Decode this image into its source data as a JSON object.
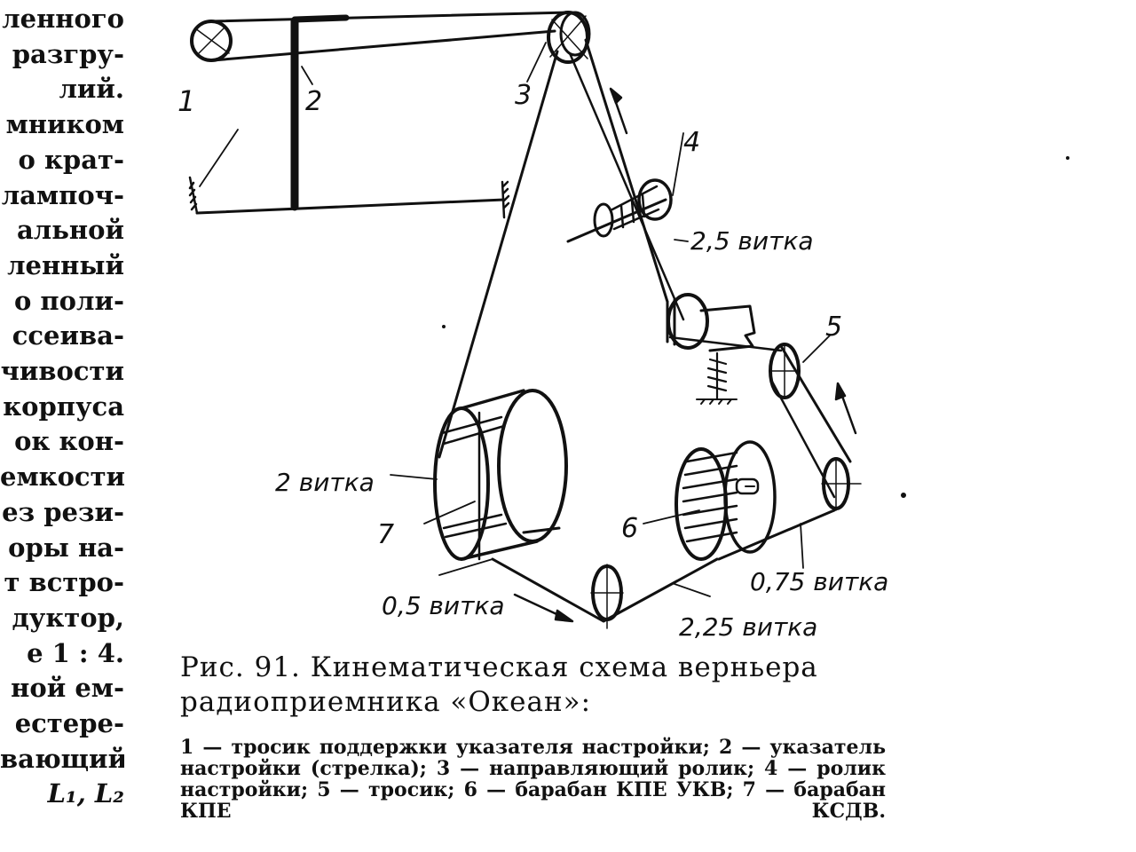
{
  "left_column": {
    "lines": [
      "ленного",
      "разгру-",
      "лий.",
      "мником",
      "о крат-",
      "лампоч-",
      "альной",
      "ленный",
      "о поли-",
      "ссеива-",
      "чивости",
      "корпуса",
      "ок кон-",
      "емкости",
      "ез рези-",
      "оры на-",
      "т встро-",
      "дуктор,",
      "е 1 : 4.",
      "ной ем-",
      "естере-",
      "вающий",
      "L₁, L₂"
    ]
  },
  "figure": {
    "labels": {
      "n1": "1",
      "n2": "2",
      "n3": "3",
      "n4": "4",
      "n5": "5",
      "n6": "6",
      "n7": "7",
      "turns_2_5": "2,5 витка",
      "turns_2": "2 витка",
      "turns_0_5": "0,5 витка",
      "turns_0_75": "0,75 витка",
      "turns_2_25": "2,25 витка"
    },
    "caption": {
      "title": "Рис. 91. Кинематическая схема верньера радиоприемника «Океан»:",
      "description": "1 — тросик поддержки указателя настройки; 2 — указатель настройки (стрелка); 3 — направляющий ролик; 4 — ролик настройки; 5 — тросик; 6 — барабан КПЕ УКВ; 7 — барабан КПЕ КСДВ."
    }
  }
}
